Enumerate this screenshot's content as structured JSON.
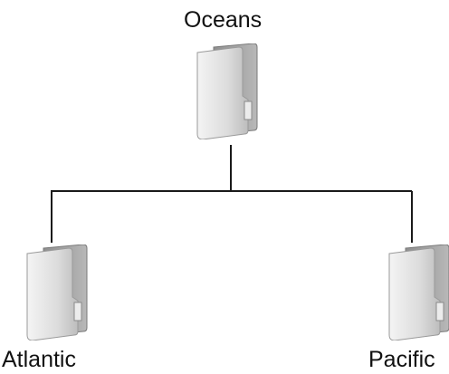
{
  "tree": {
    "root": {
      "label": "Oceans",
      "icon": "folder-icon"
    },
    "children": [
      {
        "label": "Atlantic",
        "icon": "folder-icon"
      },
      {
        "label": "Pacific",
        "icon": "folder-icon"
      }
    ]
  },
  "colors": {
    "connector": "#1a1a1a",
    "folder_back": "#a9a9a9",
    "folder_front_light": "#f2f2f2",
    "folder_front_dark": "#c4c4c4",
    "text": "#111111"
  }
}
